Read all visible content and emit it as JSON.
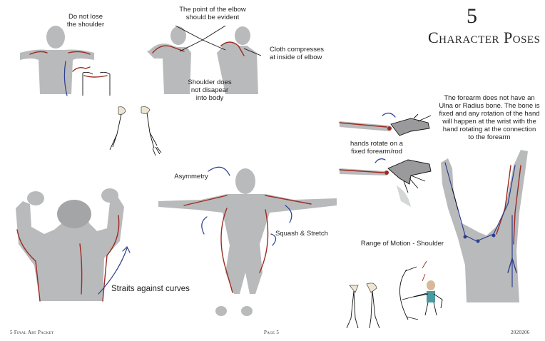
{
  "header": {
    "chapter_number": "5",
    "chapter_title": "Character Poses"
  },
  "annotations": {
    "do_not_lose_shoulder": "Do not lose\nthe shoulder",
    "elbow_point": "The point of the elbow\nshould be evident",
    "cloth_compresses": "Cloth compresses\nat inside of elbow",
    "shoulder_not_disappear": "Shoulder does\nnot disapear\ninto body",
    "forearm_note": "The forearm does not have an\nUlna or Radius bone. The bone is\nfixed and any rotation of the hand\nwill happen at the wrist with the\nhand rotating at the connection\nto the forearm",
    "hands_rotate": "hands rotate on a\nfixed forearm/rod",
    "asymmetry": "Asymmetry",
    "squash_stretch": "Squash & Stretch",
    "range_of_motion": "Range of Motion - Shoulder",
    "straits_curves": "Straits against curves"
  },
  "footer": {
    "left": "5 Final Art Packet",
    "center": "Page 5",
    "right": "2020206"
  },
  "colors": {
    "figure_gray": "#b9babb",
    "accent_red": "#9c2b22",
    "accent_blue": "#2d3e8f"
  }
}
